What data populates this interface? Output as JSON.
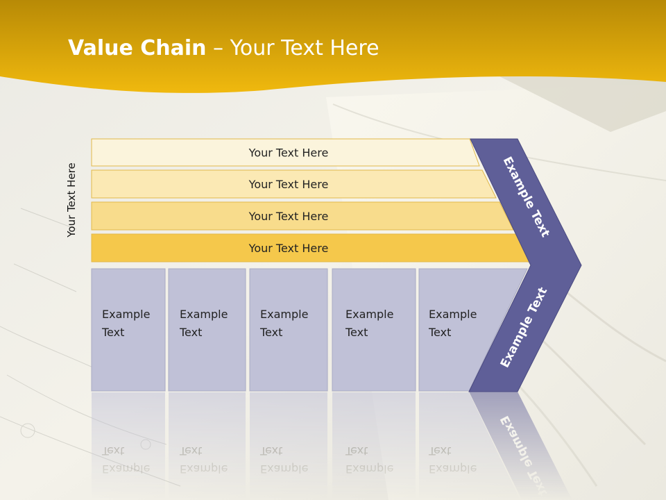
{
  "title": {
    "bold": "Value Chain",
    "rest": " – Your Text Here"
  },
  "side_label": "Your Text Here",
  "bars": [
    {
      "label": "Your Text Here",
      "color": "#fbf4dc"
    },
    {
      "label": "Your Text Here",
      "color": "#fbe9b4"
    },
    {
      "label": "Your Text Here",
      "color": "#f8dc8c"
    },
    {
      "label": "Your Text Here",
      "color": "#f5c84b"
    }
  ],
  "boxes": [
    {
      "line1": "Example",
      "line2": "Text"
    },
    {
      "line1": "Example",
      "line2": "Text"
    },
    {
      "line1": "Example",
      "line2": "Text"
    },
    {
      "line1": "Example",
      "line2": "Text"
    },
    {
      "line1": "Example",
      "line2": "Text"
    }
  ],
  "chevron_upper": "Example Text",
  "chevron_lower": "Example Text",
  "colors": {
    "header": "#e8b40f",
    "chevron": "#5f5f98",
    "box": "#c0c1d7",
    "bar_stroke": "#e2b94a"
  }
}
